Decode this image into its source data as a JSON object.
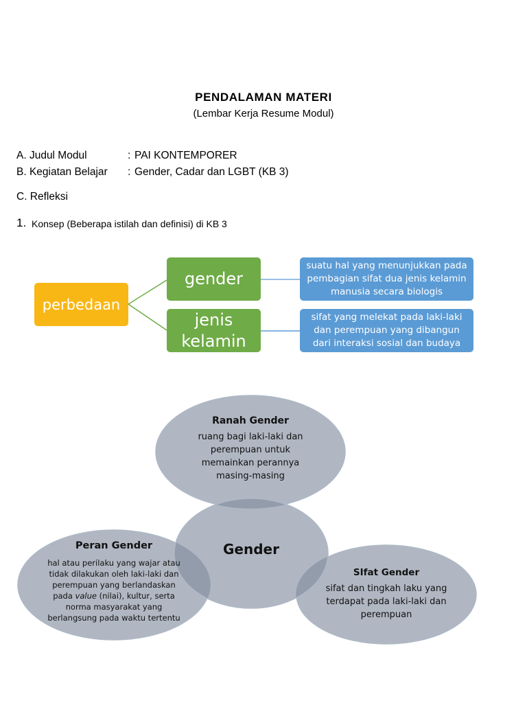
{
  "header": {
    "title": "PENDALAMAN MATERI",
    "subtitle": "(Lembar Kerja Resume Modul)"
  },
  "fields": {
    "a_label": "A. Judul Modul",
    "a_colon": ":",
    "a_value": "PAI KONTEMPORER",
    "b_label": "B. Kegiatan Belajar",
    "b_colon": ":",
    "b_value": "Gender, Cadar dan LGBT (KB 3)",
    "c_label": "C. Refleksi"
  },
  "item1": {
    "number": "1.",
    "text": "Konsep (Beberapa istilah dan definisi) di KB 3"
  },
  "diagram": {
    "root": "perbedaan",
    "node_gender": "gender",
    "node_jenis_line1": "jenis",
    "node_jenis_line2": "kelamin",
    "desc_gender": "suatu hal yang menunjukkan pada pembagian sifat dua jenis kelamin manusia secara biologis",
    "desc_jenis": "sifat yang melekat pada laki-laki dan perempuan yang dibangun dari interaksi sosial dan budaya",
    "colors": {
      "orange": "#f8b715",
      "green": "#6fab47",
      "blue": "#5b9bd5"
    }
  },
  "venn": {
    "center": "Gender",
    "ranah_title": "Ranah Gender",
    "ranah_text": "ruang bagi laki-laki dan perempuan untuk memainkan perannya masing-masing",
    "peran_title": "Peran Gender",
    "peran_text_1": "hal atau perilaku yang wajar atau tidak dilakukan oleh laki-laki dan perempuan yang berlandaskan pada",
    "peran_text_italic": "value",
    "peran_text_2": "(nilai), kultur, serta norma masyarakat yang berlangsung pada waktu tertentu",
    "sifat_title": "SIfat Gender",
    "sifat_text": "sifat dan tingkah laku yang terdapat pada laki-laki dan perempuan",
    "colors": {
      "fill": "#7f8a9c",
      "stroke": "#aeb8c6"
    }
  }
}
